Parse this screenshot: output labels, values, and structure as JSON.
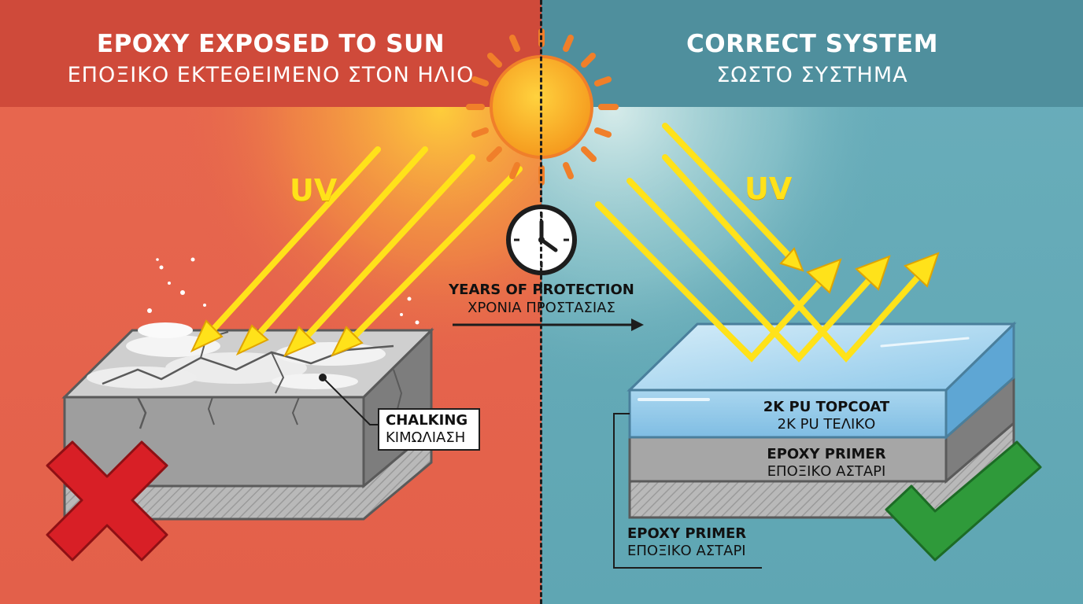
{
  "left": {
    "title": "EPOXY EXPOSED TO SUN",
    "subtitle": "ΕΠΟΞΙΚΟ ΕΚΤΕΘΕΙΜΕΝΟ ΣΤΟΝ ΗΛΙΟ",
    "uv_label": "UV",
    "chalking_title": "CHALKING",
    "chalking_sub": "ΚΙΜΩΛΙΑΣΗ",
    "result_icon": "red-cross-icon"
  },
  "right": {
    "title": "CORRECT SYSTEM",
    "subtitle": "ΣΩΣΤΟ ΣΥΣΤΗΜΑ",
    "uv_label": "UV",
    "topcoat_title": "2K PU TOPCOAT",
    "topcoat_sub": "2K PU ΤΕΛΙΚΟ",
    "primer_title": "EPOXY PRIMER",
    "primer_sub": "ΕΠΟΞΙΚΟ ΑΣΤΑΡΙ",
    "callout_title": "EPOXY PRIMER",
    "callout_sub": "ΕΠΟΞΙΚΟ ΑΣΤΑΡΙ",
    "result_icon": "green-checkmark-icon"
  },
  "center": {
    "years_title": "YEARS OF PROTECTION",
    "years_sub": "ΧΡΟΝΙΑ ΠΡΟΣΤΑΣΙΑΣ",
    "clock_icon": "clock-icon",
    "sun_icon": "sun-icon"
  },
  "colors": {
    "left_bg": "#e3604a",
    "left_band": "#cf4a3a",
    "right_bg": "#62a8b5",
    "right_band": "#4f8f9d",
    "uv_yellow": "#ffe21a",
    "sun_orange": "#f7a623",
    "cross_red": "#d81f26",
    "check_green": "#2f9a3a"
  }
}
